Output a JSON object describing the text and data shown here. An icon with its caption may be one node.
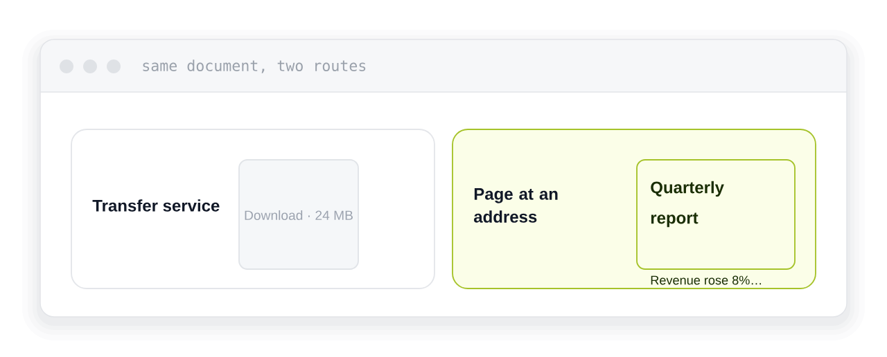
{
  "diagram": {
    "title": "same document, two routes",
    "nodes": [
      {
        "text": [
          "Transfer service"
        ]
      },
      {
        "text": [
          "Download · 24 MB"
        ],
        "in": 0
      },
      {
        "text": [
          "Page at an address"
        ]
      },
      {
        "text": [
          "Quarterly report"
        ],
        "in": 2,
        "beside": [
          "Revenue rose 8%…"
        ]
      }
    ]
  }
}
